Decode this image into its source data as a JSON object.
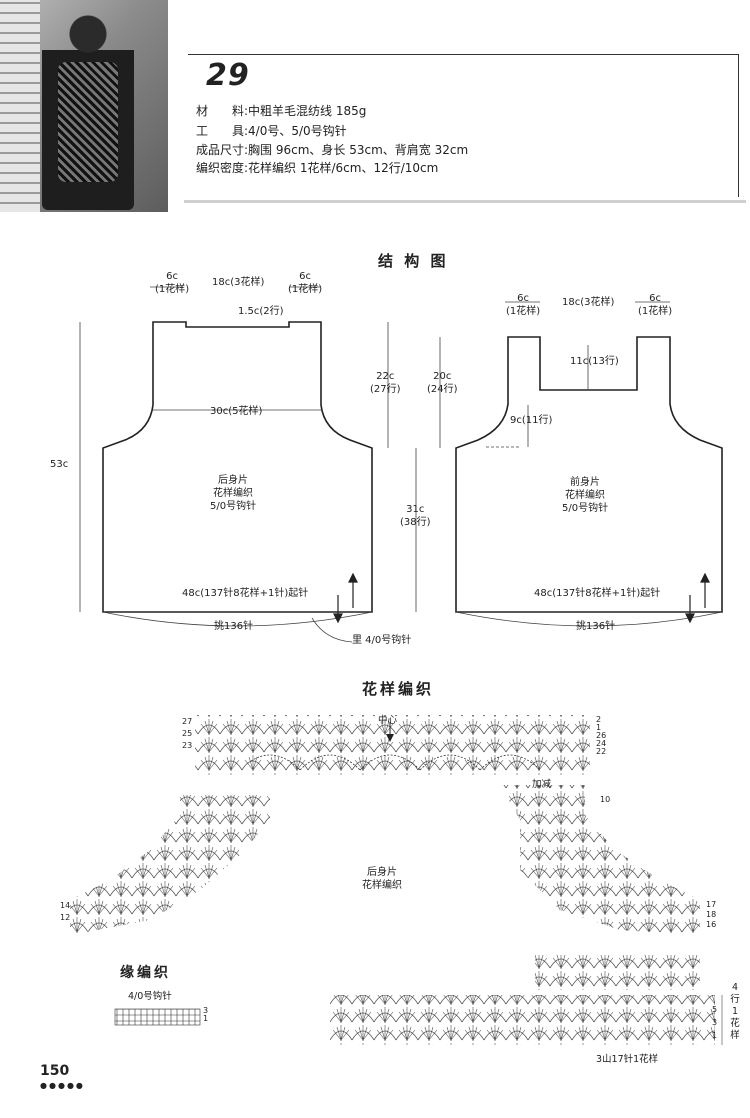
{
  "header": {
    "pattern_number": "29",
    "specs": [
      {
        "label": "材　　料:",
        "value": "中粗羊毛混纺线 185g"
      },
      {
        "label": "工　　具:",
        "value": "4/0号、5/0号钩针"
      },
      {
        "label": "成品尺寸:",
        "value": "胸围 96cm、身长 53cm、背肩宽 32cm"
      },
      {
        "label": "编织密度:",
        "value": "花样编织  1花样/6cm、12行/10cm"
      }
    ]
  },
  "structure": {
    "title": "结 构 图",
    "back": {
      "top_left": "6c",
      "top_left_sub": "(1花样)",
      "top_mid": "18c(3花样)",
      "top_right": "6c",
      "top_right_sub": "(1花样)",
      "neck": "1.5c(2行)",
      "armhole_width": "30c(5花样)",
      "height_total": "53c",
      "armhole_h": "22c",
      "armhole_h_sub": "(27行)",
      "piece_name": "后身片",
      "piece_pattern": "花样编织",
      "piece_hook": "5/0号钩针",
      "cast_on": "48c(137针8花样+1针)起针",
      "pickup": "挑136针"
    },
    "front": {
      "top_left": "6c",
      "top_left_sub": "(1花样)",
      "top_mid": "18c(3花样)",
      "top_right": "6c",
      "top_right_sub": "(1花样)",
      "neck_depth": "11c(13行)",
      "side_h": "9c(11行)",
      "armhole_h": "20c",
      "armhole_h_sub": "(24行)",
      "body_h": "31c",
      "body_h_sub": "(38行)",
      "piece_name": "前身片",
      "piece_pattern": "花样编织",
      "piece_hook": "5/0号钩针",
      "cast_on": "48c(137针8花样+1针)起针",
      "pickup": "挑136针"
    },
    "lining_note": "里  4/0号钩针"
  },
  "pattern_chart": {
    "title": "花样编织",
    "center_label": "中心",
    "inc_dec_label": "加减",
    "piece_name": "后身片",
    "piece_pattern": "花样编织",
    "repeat_label": "3山17针1花样",
    "side_rows": [
      "4",
      "行",
      "1",
      "花",
      "样"
    ],
    "row_nums_top": [
      "27",
      "25",
      "23"
    ],
    "row_nums_right": [
      "2",
      "1",
      "26",
      "24",
      "22"
    ],
    "row_nums_mid": [
      "10",
      "17",
      "18",
      "16",
      "14",
      "12"
    ],
    "row_nums_bottom": [
      "5",
      "3",
      "1"
    ]
  },
  "edging": {
    "title": "缘编织",
    "hook": "4/0号钩针",
    "rows": [
      "3",
      "1"
    ]
  },
  "page_number": "150"
}
